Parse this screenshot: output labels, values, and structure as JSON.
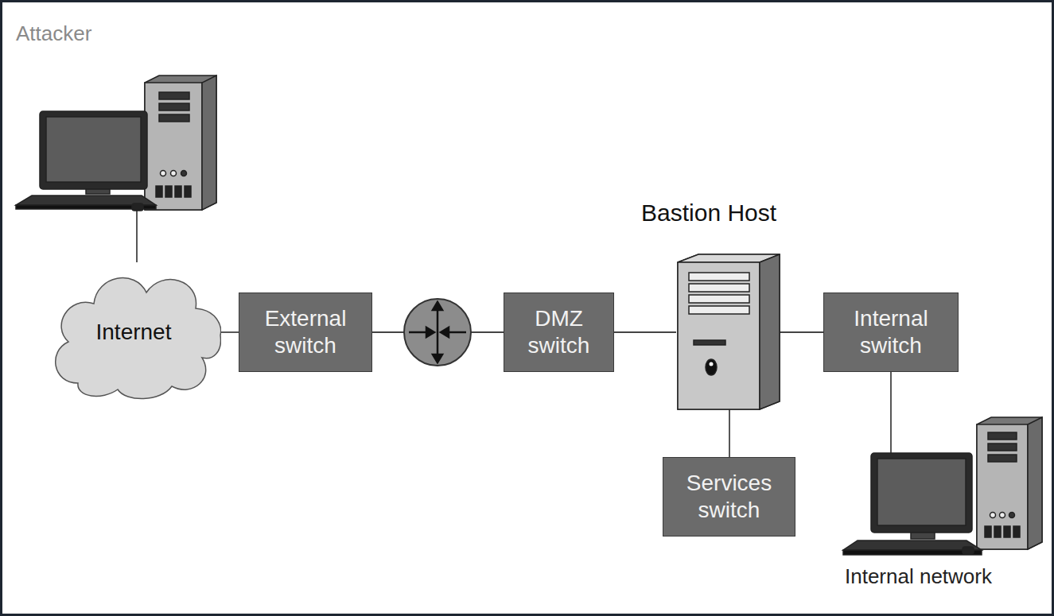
{
  "diagram": {
    "nodes": [
      {
        "text": [
          "Attacker"
        ]
      },
      {
        "text": [
          "Internet"
        ]
      },
      {
        "text": [
          "External switch"
        ]
      },
      {
        "text": [
          "DMZ switch"
        ]
      },
      {
        "text": [
          "Bastion Host"
        ]
      },
      {
        "text": [
          "Internal switch"
        ]
      },
      {
        "text": [
          "Services switch"
        ]
      },
      {
        "text": [
          "Internal network"
        ]
      }
    ],
    "edges": [
      {
        "from": 0,
        "to": 1,
        "arrow": "none"
      },
      {
        "from": 1,
        "to": 2,
        "arrow": "none"
      },
      {
        "from": 2,
        "to": 3,
        "arrow": "none"
      },
      {
        "from": 3,
        "to": 4,
        "arrow": "none"
      },
      {
        "from": 4,
        "to": 5,
        "arrow": "none"
      },
      {
        "from": 4,
        "to": 6,
        "arrow": "none"
      },
      {
        "from": 5,
        "to": 7,
        "arrow": "none"
      }
    ]
  }
}
